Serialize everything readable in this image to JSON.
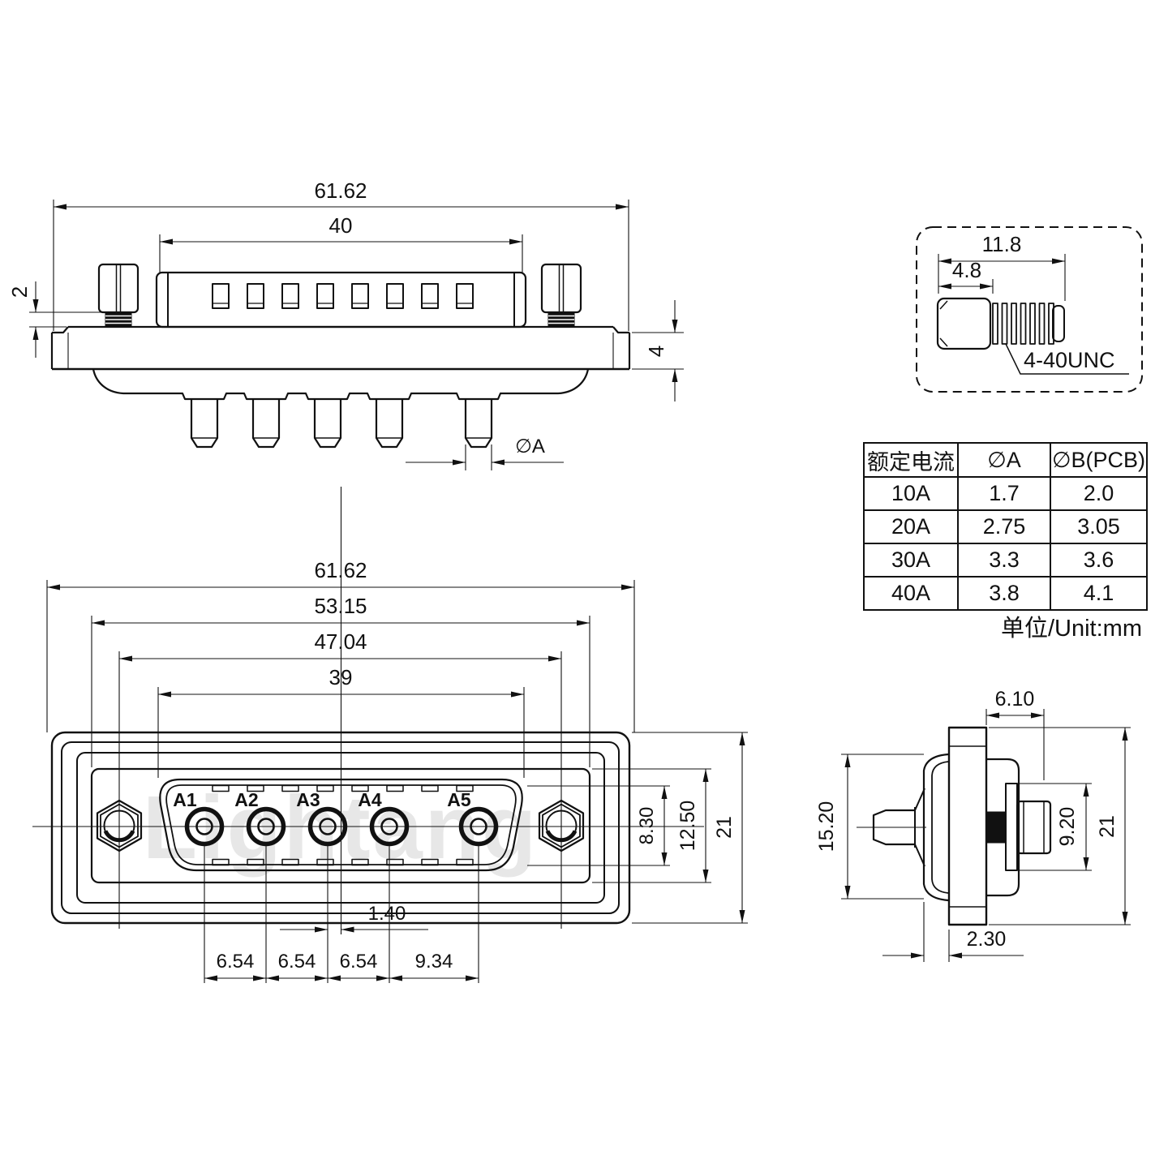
{
  "drawing": {
    "background": "#ffffff",
    "line_color": "#111111",
    "watermark": "Lightang"
  },
  "top_view": {
    "dim_overall_width": "61.62",
    "dim_body_width": "40",
    "dim_screw_standoff": "2",
    "dim_flange_thickness": "4",
    "dim_pin_diameter": "∅A"
  },
  "screw_detail": {
    "dim_total_length": "11.8",
    "dim_head_length": "4.8",
    "thread_spec": "4-40UNC"
  },
  "spec_table": {
    "headers": [
      "额定电流",
      "∅A",
      "∅B(PCB)"
    ],
    "rows": [
      [
        "10A",
        "1.7",
        "2.0"
      ],
      [
        "20A",
        "2.75",
        "3.05"
      ],
      [
        "30A",
        "3.3",
        "3.6"
      ],
      [
        "40A",
        "3.8",
        "4.1"
      ]
    ],
    "unit_note": "单位/Unit:mm"
  },
  "front_view": {
    "dim_overall_width": "61.62",
    "dim_panel_width": "53.15",
    "dim_mount_hole_spacing": "47.04",
    "dim_shell_width": "39",
    "dim_shell_height": "8.30",
    "dim_panel_height": "12.50",
    "dim_overall_height": "21",
    "dim_center_offset": "1.40",
    "pitches": [
      "6.54",
      "6.54",
      "6.54",
      "9.34"
    ],
    "contact_labels": [
      "A1",
      "A2",
      "A3",
      "A4",
      "A5"
    ]
  },
  "side_view": {
    "dim_nut_depth": "6.10",
    "dim_shell_height": "15.20",
    "dim_washer_height": "9.20",
    "dim_overall_height": "21",
    "dim_shell_lip": "2.30"
  }
}
